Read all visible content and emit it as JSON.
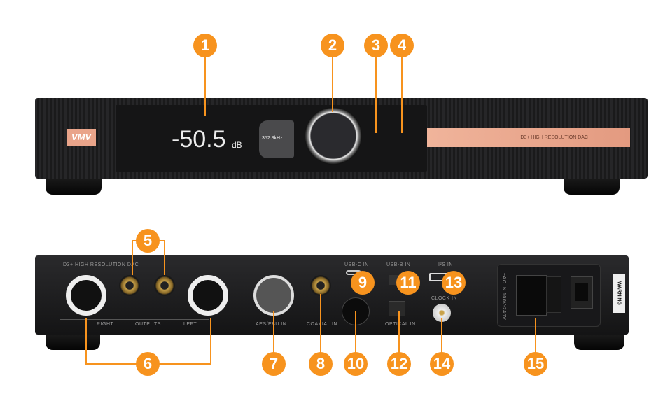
{
  "colors": {
    "marker": "#f7931e",
    "copper": "#e9a48a",
    "chassis": "#1e1e20"
  },
  "front": {
    "volume_value": "-50.5",
    "volume_unit": "dB",
    "sample_rate": "352.8kHz",
    "model_label": "D3+ HIGH RESOLUTION DAC"
  },
  "rear": {
    "model_label": "D3+ HIGH RESOLUTION DAC",
    "labels": {
      "right": "RIGHT",
      "outputs": "OUTPUTS",
      "left": "LEFT",
      "aes": "AES/EBU IN",
      "coaxial": "COAXIAL IN",
      "usbc": "USB-C IN",
      "usbb": "USB-B IN",
      "i2s": "I²S IN",
      "clock": "CLOCK IN",
      "optical": "OPTICAL IN",
      "ac": "~AC IN 100V-240V",
      "warning": "WARNING"
    }
  },
  "markers": [
    "1",
    "2",
    "3",
    "4",
    "5",
    "6",
    "7",
    "8",
    "9",
    "10",
    "11",
    "12",
    "13",
    "14",
    "15"
  ]
}
